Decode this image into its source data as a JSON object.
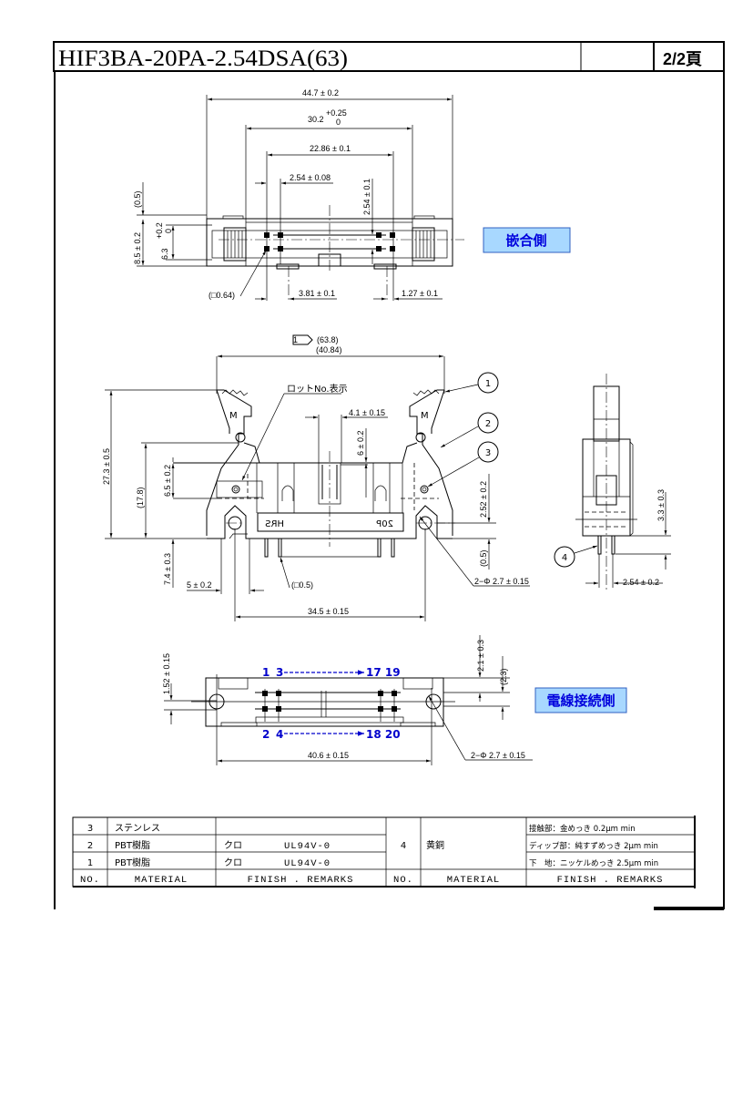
{
  "header": {
    "title": "HIF3BA-20PA-2.54DSA(63)",
    "page": "2/2頁"
  },
  "mating_view": {
    "label": "嵌合側",
    "dims": {
      "overall": "44.7 ± 0.2",
      "inner": "30.2",
      "inner_tol_plus": "+0.25",
      "inner_tol_minus": "0",
      "pin_span": "22.86 ± 0.1",
      "pitch_h": "2.54 ± 0.08",
      "pitch_v": "2.54 ± 0.1",
      "top_gap": "(0.5)",
      "height": "8.5 ± 0.2",
      "inner_height": "6.3",
      "inner_height_tol_plus": "+0.2",
      "inner_height_tol_minus": "0",
      "pin_size": "(□0.64)",
      "offset_a": "3.81 ± 0.1",
      "offset_b": "1.27 ± 0.1"
    }
  },
  "front_view": {
    "flag": "1",
    "dims": {
      "latch_open": "(63.8)",
      "latch_width": "(40.84)",
      "height_total": "27.3 ± 0.5",
      "height_body": "(17.8)",
      "housing": "6.5 ± 0.2",
      "pin_length": "7.4 ± 0.3",
      "flange": "5 ± 0.2",
      "key_width": "4.1 ± 0.15",
      "key_depth": "6 ± 0.2",
      "hole_height": "2.52 ± 0.2",
      "bottom_gap": "(0.5)",
      "post_size": "(□0.5)",
      "hole_pitch": "34.5 ± 0.15",
      "hole_dia": "2−Φ 2.7 ± 0.15"
    },
    "lot_marking": "ロットNo.表示",
    "marking_left": "HRS",
    "marking_right": "20P",
    "callouts": [
      "1",
      "2",
      "3"
    ]
  },
  "side_view": {
    "callout": "4",
    "dims": {
      "pin_protrusion": "3.3 ± 0.3",
      "row_pitch": "2.54 ± 0.2"
    }
  },
  "wire_view": {
    "label": "電線接続側",
    "top_row": {
      "start_a": "1",
      "start_b": "3",
      "end": "17 19"
    },
    "bottom_row": {
      "start_a": "2",
      "start_b": "4",
      "end": "18 20"
    },
    "dims": {
      "hole_offset": "1.52 ± 0.15",
      "edge": "2.1 ± 0.3",
      "edge_ref": "(2.3)",
      "hole_pitch": "40.6 ± 0.15",
      "hole_dia": "2−Φ 2.7 ± 0.15"
    }
  },
  "parts_table": {
    "headers": {
      "no": "NO.",
      "material": "MATERIAL",
      "finish": "FINISH . REMARKS"
    },
    "left_rows": [
      {
        "no": "3",
        "material": "ステンレス",
        "finish": "",
        "grade": ""
      },
      {
        "no": "2",
        "material": "PBT樹脂",
        "finish": "クロ",
        "grade": "UL94V-0"
      },
      {
        "no": "1",
        "material": "PBT樹脂",
        "finish": "クロ",
        "grade": "UL94V-0"
      }
    ],
    "right_row": {
      "no": "4",
      "material": "黄銅",
      "finish": [
        "接触部：金めっき 0.2μm min",
        "ディップ部：純すずめっき 2μm min",
        "下　地：ニッケルめっき 2.5μm min"
      ]
    }
  }
}
